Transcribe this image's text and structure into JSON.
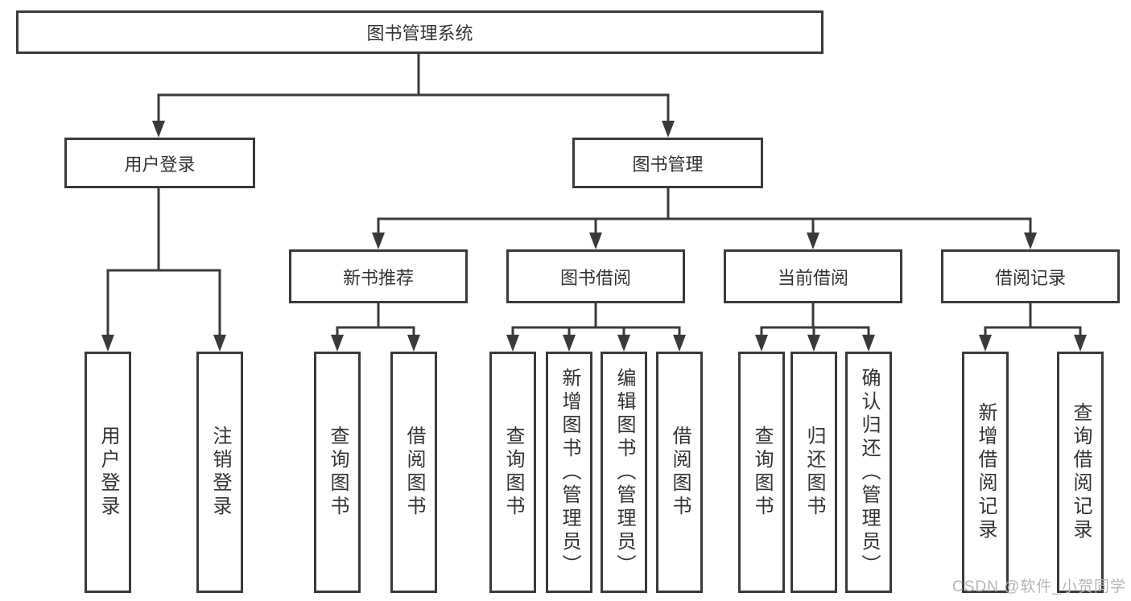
{
  "tree": {
    "root": {
      "label": "图书管理系统"
    },
    "level2": [
      {
        "label": "用户登录",
        "children": [
          {
            "label": "用户登录"
          },
          {
            "label": "注销登录"
          }
        ]
      },
      {
        "label": "图书管理",
        "children": [
          {
            "label": "新书推荐",
            "children": [
              {
                "label": "查询图书"
              },
              {
                "label": "借阅图书"
              }
            ]
          },
          {
            "label": "图书借阅",
            "children": [
              {
                "label": "查询图书"
              },
              {
                "label": "新增图书（管理员）"
              },
              {
                "label": "编辑图书（管理员）"
              },
              {
                "label": "借阅图书"
              }
            ]
          },
          {
            "label": "当前借阅",
            "children": [
              {
                "label": "查询图书"
              },
              {
                "label": "归还图书"
              },
              {
                "label": "确认归还（管理员）"
              }
            ]
          },
          {
            "label": "借阅记录",
            "children": [
              {
                "label": "新增借阅记录"
              },
              {
                "label": "查询借阅记录"
              }
            ]
          }
        ]
      }
    ]
  },
  "watermark": "CSDN @软件_小贺同学",
  "colors": {
    "line": "#3a3a3a",
    "text": "#333333",
    "watermark": "#b5b5bb",
    "background": "#ffffff"
  }
}
